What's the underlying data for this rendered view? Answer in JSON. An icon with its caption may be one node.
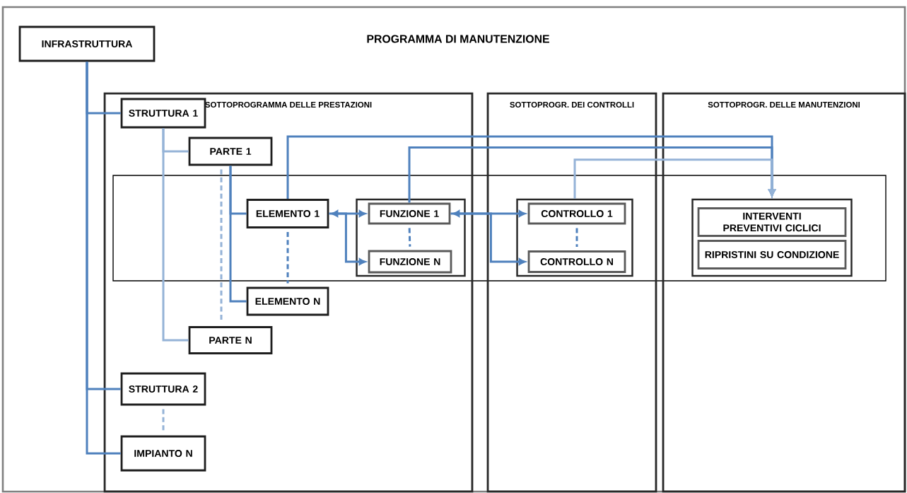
{
  "diagram": {
    "title": "PROGRAMMA DI MANUTENZIONE",
    "nodes": [
      {
        "text": [
          "INFRASTRUTTURA"
        ]
      },
      {
        "text": [
          "SOTTOPROGRAMMA DELLE PRESTAZIONI"
        ]
      },
      {
        "text": [
          "SOTTOPROGR. DEI CONTROLLI"
        ]
      },
      {
        "text": [
          "SOTTOPROGR. DELLE MANUTENZIONI"
        ]
      },
      {
        "text": [
          "STRUTTURA 1"
        ],
        "in": 1
      },
      {
        "text": [
          "PARTE 1"
        ],
        "in": 1
      },
      {
        "text": [
          "ELEMENTO 1"
        ],
        "in": 1
      },
      {
        "text": [],
        "shape": "box",
        "in": 1
      },
      {
        "text": [
          "FUNZIONE 1"
        ],
        "in": 7
      },
      {
        "text": [
          "FUNZIONE N"
        ],
        "in": 7
      },
      {
        "text": [
          "ELEMENTO N"
        ],
        "in": 1
      },
      {
        "text": [
          "PARTE N"
        ],
        "in": 1
      },
      {
        "text": [
          "STRUTTURA 2"
        ],
        "in": 1
      },
      {
        "text": [
          "IMPIANTO N"
        ],
        "in": 1
      },
      {
        "text": [],
        "shape": "box",
        "in": 2
      },
      {
        "text": [
          "CONTROLLO 1"
        ],
        "in": 14
      },
      {
        "text": [
          "CONTROLLO N"
        ],
        "in": 14
      },
      {
        "text": [],
        "shape": "box",
        "in": 3
      },
      {
        "text": [
          "INTERVENTI PREVENTIVI CICLICI"
        ],
        "in": 17
      },
      {
        "text": [
          "RIPRISTINI SU CONDIZIONE"
        ],
        "in": 17
      }
    ],
    "edges": [
      {
        "from": 0,
        "to": 4,
        "arrow": "none"
      },
      {
        "from": 0,
        "to": 12,
        "arrow": "none"
      },
      {
        "from": 0,
        "to": 13,
        "arrow": "none"
      },
      {
        "from": 4,
        "to": 5,
        "arrow": "none",
        "color": "#95b3d7"
      },
      {
        "from": 4,
        "to": 11,
        "arrow": "none",
        "color": "#95b3d7"
      },
      {
        "from": 5,
        "to": 6,
        "arrow": "none"
      },
      {
        "from": 5,
        "to": 10,
        "arrow": "none"
      },
      {
        "from": 6,
        "to": 8,
        "arrow": "both"
      },
      {
        "from": 6,
        "to": 9,
        "arrow": "to"
      },
      {
        "from": 8,
        "to": 15,
        "arrow": "both"
      },
      {
        "from": 8,
        "to": 16,
        "arrow": "to"
      },
      {
        "from": 6,
        "to": 17,
        "arrow": "to"
      },
      {
        "from": 8,
        "to": 17,
        "arrow": "to"
      },
      {
        "from": 14,
        "to": 17,
        "arrow": "to",
        "color": "#95b3d7"
      },
      {
        "from": 12,
        "to": 13,
        "arrow": "none",
        "style": "dashed",
        "color": "#95b3d7"
      },
      {
        "from": 8,
        "to": 9,
        "arrow": "none",
        "style": "dashed"
      },
      {
        "from": 15,
        "to": 16,
        "arrow": "none",
        "style": "dashed"
      },
      {
        "from": 6,
        "to": 10,
        "arrow": "none",
        "style": "dashed"
      },
      {
        "from": 5,
        "to": 11,
        "arrow": "none",
        "style": "dashed",
        "color": "#95b3d7"
      }
    ]
  }
}
